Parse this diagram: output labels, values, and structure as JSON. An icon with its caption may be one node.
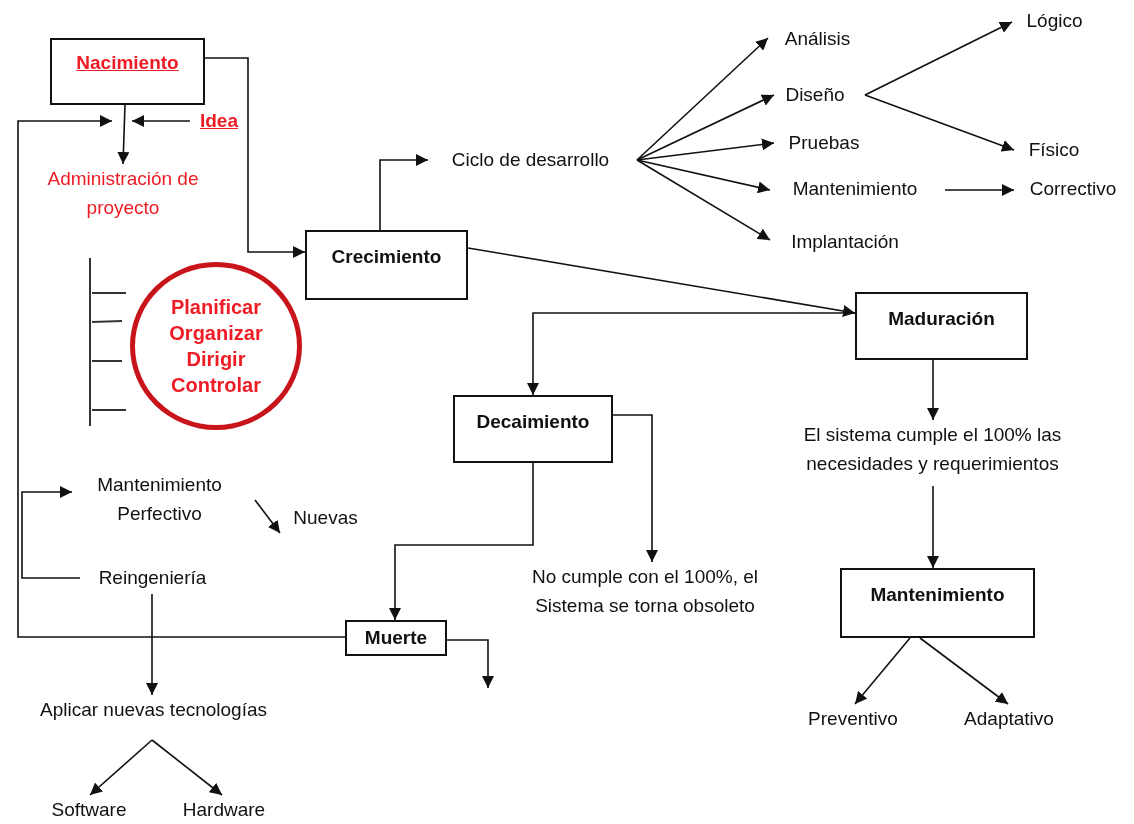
{
  "diagram": {
    "nodes": [
      {
        "text": [
          "Nacimiento"
        ]
      },
      {
        "text": [
          "Idea"
        ]
      },
      {
        "text": [
          "Administración de proyecto"
        ]
      },
      {
        "text": [
          "Planificar",
          "Organizar",
          "Dirigir",
          "Controlar"
        ]
      },
      {
        "text": [
          "Crecimiento"
        ]
      },
      {
        "text": [
          "Ciclo de desarrollo"
        ]
      },
      {
        "text": [
          "Análisis"
        ]
      },
      {
        "text": [
          "Diseño"
        ]
      },
      {
        "text": [
          "Pruebas"
        ]
      },
      {
        "text": [
          "Mantenimiento"
        ]
      },
      {
        "text": [
          "Implantación"
        ]
      },
      {
        "text": [
          "Lógico"
        ]
      },
      {
        "text": [
          "Físico"
        ]
      },
      {
        "text": [
          "Correctivo"
        ]
      },
      {
        "text": [
          "Maduración"
        ]
      },
      {
        "text": [
          "El sistema cumple el 100% las necesidades y requerimientos"
        ]
      },
      {
        "text": [
          "Mantenimiento"
        ]
      },
      {
        "text": [
          "Preventivo"
        ]
      },
      {
        "text": [
          "Adaptativo"
        ]
      },
      {
        "text": [
          "Decaimiento"
        ]
      },
      {
        "text": [
          "No cumple con el 100%, el Sistema se torna obsoleto"
        ]
      },
      {
        "text": [
          "Muerte"
        ]
      },
      {
        "text": [
          "Mantenimiento Perfectivo"
        ]
      },
      {
        "text": [
          "Nuevas"
        ]
      },
      {
        "text": [
          "Reingeniería"
        ]
      },
      {
        "text": [
          "Aplicar nuevas tecnologías"
        ]
      },
      {
        "text": [
          "Software"
        ]
      },
      {
        "text": [
          "Hardware"
        ]
      }
    ],
    "edges": [
      {
        "from": 0,
        "to": 4,
        "arrow": "to"
      },
      {
        "from": 0,
        "to": 2,
        "arrow": "to"
      },
      {
        "from": 1,
        "to": 0,
        "arrow": "to"
      },
      {
        "from": 21,
        "to": 0,
        "arrow": "to"
      },
      {
        "from": 4,
        "to": 5,
        "arrow": "to"
      },
      {
        "from": 5,
        "to": 6,
        "arrow": "to"
      },
      {
        "from": 5,
        "to": 7,
        "arrow": "to"
      },
      {
        "from": 5,
        "to": 8,
        "arrow": "to"
      },
      {
        "from": 5,
        "to": 9,
        "arrow": "to"
      },
      {
        "from": 5,
        "to": 10,
        "arrow": "to"
      },
      {
        "from": 7,
        "to": 11,
        "arrow": "to"
      },
      {
        "from": 7,
        "to": 12,
        "arrow": "to"
      },
      {
        "from": 9,
        "to": 13,
        "arrow": "to"
      },
      {
        "from": 4,
        "to": 14,
        "arrow": "to"
      },
      {
        "from": 14,
        "to": 19,
        "arrow": "to"
      },
      {
        "from": 14,
        "to": 15,
        "arrow": "to"
      },
      {
        "from": 15,
        "to": 16,
        "arrow": "to"
      },
      {
        "from": 16,
        "to": 17,
        "arrow": "to"
      },
      {
        "from": 16,
        "to": 18,
        "arrow": "to"
      },
      {
        "from": 19,
        "to": 20,
        "arrow": "to"
      },
      {
        "from": 19,
        "to": 21,
        "arrow": "to"
      },
      {
        "from": 21,
        "to": null,
        "arrow": "to"
      },
      {
        "from": 24,
        "to": 22,
        "arrow": "to"
      },
      {
        "from": 22,
        "to": 23,
        "arrow": "to"
      },
      {
        "from": 24,
        "to": 25,
        "arrow": "to"
      },
      {
        "from": 25,
        "to": 26,
        "arrow": "to"
      },
      {
        "from": 25,
        "to": 27,
        "arrow": "to"
      }
    ]
  }
}
